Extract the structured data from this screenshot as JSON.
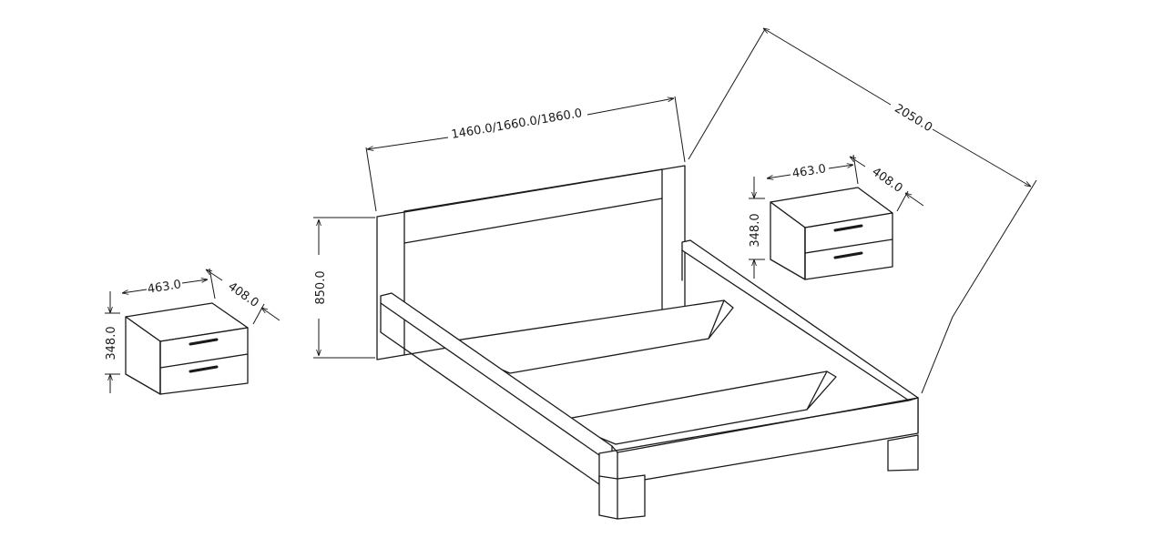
{
  "colors": {
    "line": "#1a1a1a",
    "background": "#ffffff"
  },
  "bed": {
    "width_label": "1460.0/1660.0/1860.0",
    "length_label": "2050.0",
    "height_label": "850.0"
  },
  "nightstand_left": {
    "width_label": "463.0",
    "depth_label": "408.0",
    "height_label": "348.0"
  },
  "nightstand_right": {
    "width_label": "463.0",
    "depth_label": "408.0",
    "height_label": "348.0"
  }
}
